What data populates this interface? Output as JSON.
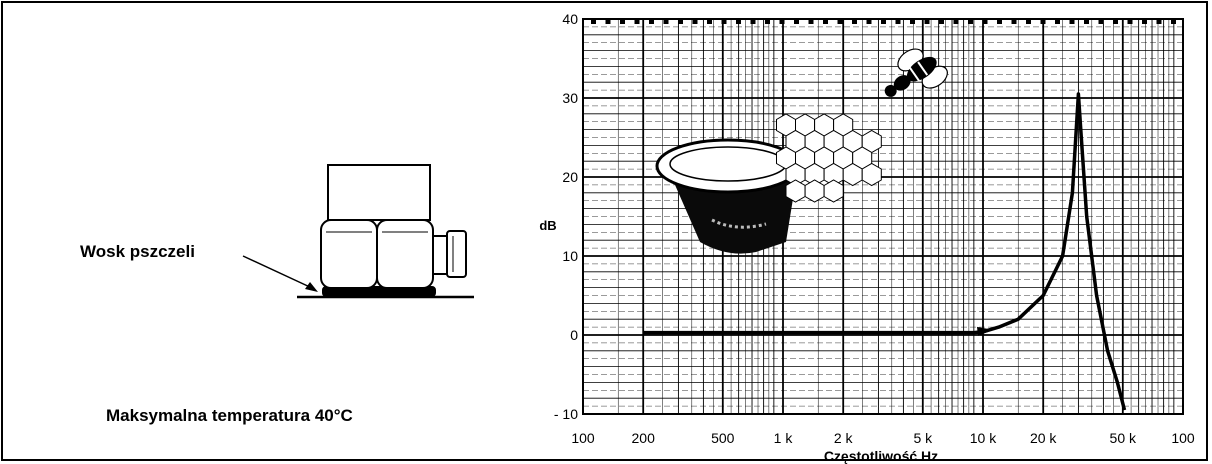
{
  "left_panel": {
    "mount_label": "Wosk pszczeli",
    "temperature_note": "Maksymalna temperatura 40°C"
  },
  "chart_data": {
    "type": "line",
    "xlabel": "Częstotliwość Hz",
    "ylabel": "dB",
    "xscale": "log",
    "xlim": [
      100,
      100000
    ],
    "ylim": [
      -10,
      40
    ],
    "grid": true,
    "x_tick_values": [
      100,
      200,
      500,
      1000,
      2000,
      5000,
      10000,
      20000,
      50000,
      100000
    ],
    "x_tick_labels": [
      "100",
      "200",
      "500",
      "1 k",
      "2 k",
      "5 k",
      "10 k",
      "20 k",
      "50 k",
      "100"
    ],
    "y_tick_values": [
      -10,
      0,
      10,
      20,
      30,
      40
    ],
    "y_tick_labels": [
      "- 10",
      "0",
      "10",
      "20",
      "30",
      "40"
    ],
    "series": [
      {
        "x": [
          200,
          1000,
          5000,
          9000,
          10000,
          12000,
          15000,
          20000,
          25000,
          28000,
          30000,
          31000,
          33000,
          37000,
          42000,
          47000,
          51000
        ],
        "y": [
          0.3,
          0.3,
          0.3,
          0.3,
          0.4,
          1.0,
          2.0,
          5.0,
          10.0,
          18.0,
          30.5,
          25.0,
          15.0,
          5.0,
          -2.0,
          -6.0,
          -9.5
        ]
      }
    ]
  }
}
